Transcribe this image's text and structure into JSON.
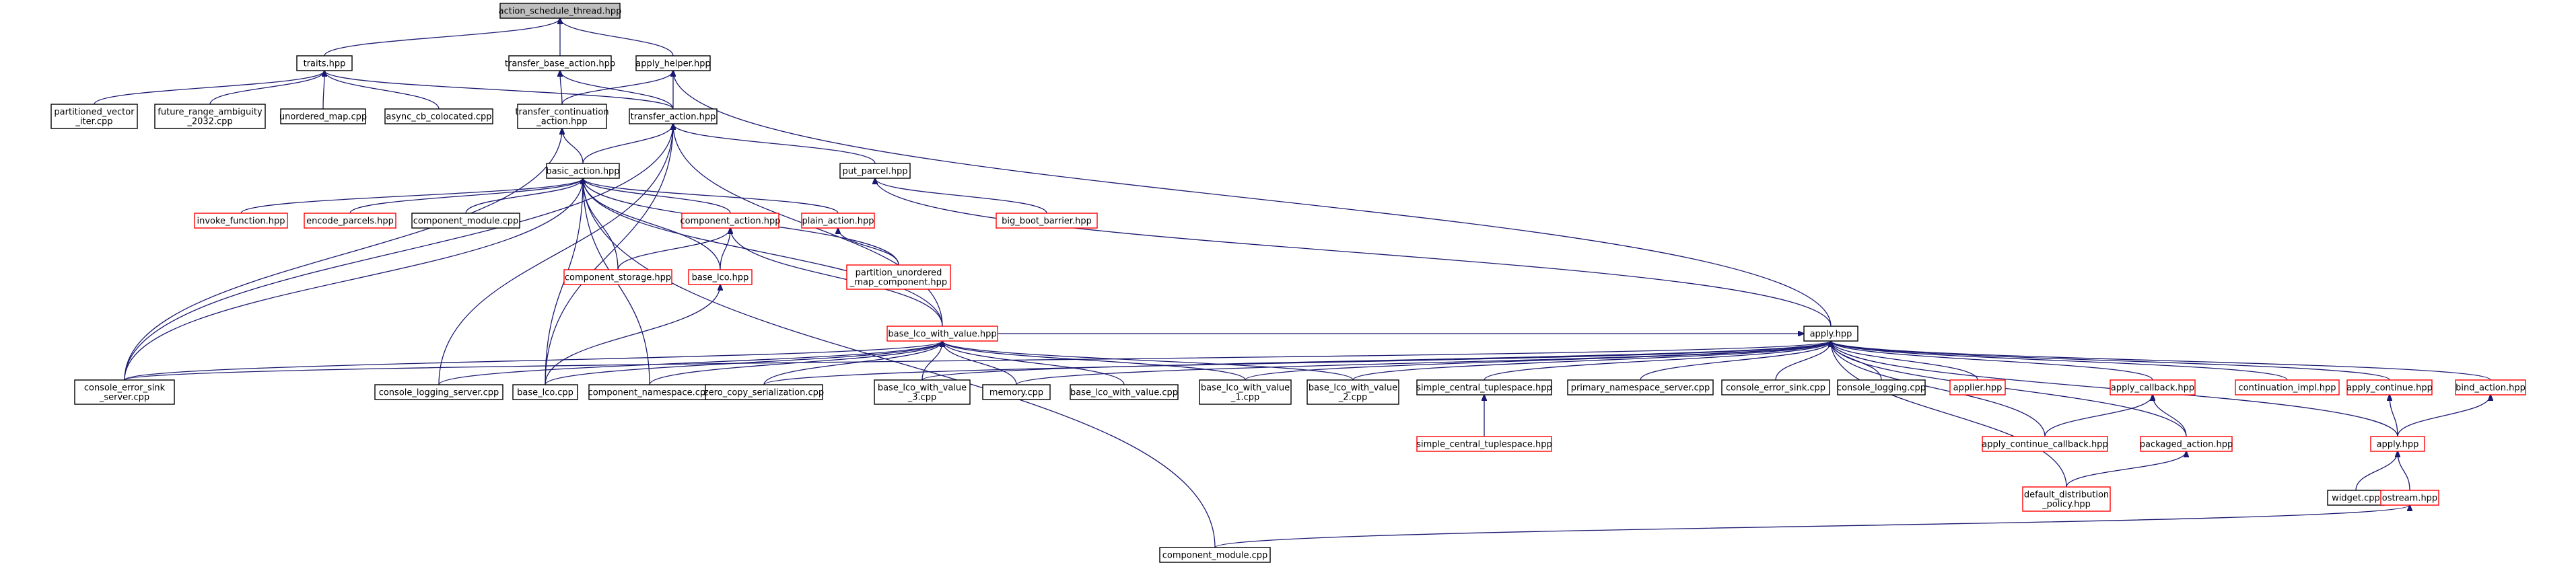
{
  "title": "",
  "colors": {
    "edge": "#191970",
    "border_normal": "#000000",
    "border_truncated": "#ff0000",
    "root_fill": "#bfbfbf"
  },
  "nodes": [
    {
      "id": "n0",
      "lines": [
        "action_schedule_thread.hpp"
      ],
      "kind": "root"
    },
    {
      "id": "n1",
      "lines": [
        "traits.hpp"
      ],
      "kind": "normal"
    },
    {
      "id": "n2",
      "lines": [
        "transfer_base_action.hpp"
      ],
      "kind": "normal"
    },
    {
      "id": "n3",
      "lines": [
        "apply_helper.hpp"
      ],
      "kind": "normal"
    },
    {
      "id": "n4",
      "lines": [
        "partitioned_vector",
        "_iter.cpp"
      ],
      "kind": "normal"
    },
    {
      "id": "n5",
      "lines": [
        "future_range_ambiguity",
        "_2032.cpp"
      ],
      "kind": "normal"
    },
    {
      "id": "n6",
      "lines": [
        "unordered_map.cpp"
      ],
      "kind": "normal"
    },
    {
      "id": "n7",
      "lines": [
        "async_cb_colocated.cpp"
      ],
      "kind": "normal"
    },
    {
      "id": "n8",
      "lines": [
        "transfer_continuation",
        "_action.hpp"
      ],
      "kind": "normal"
    },
    {
      "id": "n9",
      "lines": [
        "transfer_action.hpp"
      ],
      "kind": "normal"
    },
    {
      "id": "n10",
      "lines": [
        "put_parcel.hpp"
      ],
      "kind": "normal"
    },
    {
      "id": "n11",
      "lines": [
        "big_boot_barrier.hpp"
      ],
      "kind": "trunc"
    },
    {
      "id": "n12",
      "lines": [
        "basic_action.hpp"
      ],
      "kind": "normal"
    },
    {
      "id": "n13",
      "lines": [
        "invoke_function.hpp"
      ],
      "kind": "trunc"
    },
    {
      "id": "n14",
      "lines": [
        "encode_parcels.hpp"
      ],
      "kind": "trunc"
    },
    {
      "id": "n15",
      "lines": [
        "component_module.cpp"
      ],
      "kind": "normal"
    },
    {
      "id": "n16",
      "lines": [
        "component_action.hpp"
      ],
      "kind": "trunc"
    },
    {
      "id": "n17",
      "lines": [
        "plain_action.hpp"
      ],
      "kind": "trunc"
    },
    {
      "id": "n18",
      "lines": [
        "partition_unordered",
        "_map_component.hpp"
      ],
      "kind": "trunc"
    },
    {
      "id": "n19",
      "lines": [
        "component_storage.hpp"
      ],
      "kind": "trunc"
    },
    {
      "id": "n20",
      "lines": [
        "base_lco.hpp"
      ],
      "kind": "trunc"
    },
    {
      "id": "n21",
      "lines": [
        "base_lco_with_value.hpp"
      ],
      "kind": "trunc"
    },
    {
      "id": "n22",
      "lines": [
        "console_error_sink",
        "_server.cpp"
      ],
      "kind": "normal"
    },
    {
      "id": "n23",
      "lines": [
        "console_logging_server.cpp"
      ],
      "kind": "normal"
    },
    {
      "id": "n24",
      "lines": [
        "base_lco.cpp"
      ],
      "kind": "normal"
    },
    {
      "id": "n25",
      "lines": [
        "component_namespace.cpp"
      ],
      "kind": "normal"
    },
    {
      "id": "n26",
      "lines": [
        "zero_copy_serialization.cpp"
      ],
      "kind": "normal"
    },
    {
      "id": "n27",
      "lines": [
        "base_lco_with_value",
        "_3.cpp"
      ],
      "kind": "normal"
    },
    {
      "id": "n28",
      "lines": [
        "memory.cpp"
      ],
      "kind": "normal"
    },
    {
      "id": "n29",
      "lines": [
        "base_lco_with_value.cpp"
      ],
      "kind": "normal"
    },
    {
      "id": "n30",
      "lines": [
        "base_lco_with_value",
        "_1.cpp"
      ],
      "kind": "normal"
    },
    {
      "id": "n31",
      "lines": [
        "base_lco_with_value",
        "_2.cpp"
      ],
      "kind": "normal"
    },
    {
      "id": "n32",
      "lines": [
        "apply.hpp"
      ],
      "kind": "normal"
    },
    {
      "id": "n33",
      "lines": [
        "simple_central_tuplespace.hpp"
      ],
      "kind": "normal"
    },
    {
      "id": "n34",
      "lines": [
        "simple_central_tuplespace.hpp"
      ],
      "kind": "trunc"
    },
    {
      "id": "n35",
      "lines": [
        "primary_namespace_server.cpp"
      ],
      "kind": "normal"
    },
    {
      "id": "n36",
      "lines": [
        "console_error_sink.cpp"
      ],
      "kind": "normal"
    },
    {
      "id": "n37",
      "lines": [
        "console_logging.cpp"
      ],
      "kind": "normal"
    },
    {
      "id": "n38",
      "lines": [
        "applier.hpp"
      ],
      "kind": "trunc"
    },
    {
      "id": "n39",
      "lines": [
        "apply_callback.hpp"
      ],
      "kind": "trunc"
    },
    {
      "id": "n40",
      "lines": [
        "apply_continue_callback.hpp"
      ],
      "kind": "trunc"
    },
    {
      "id": "n41",
      "lines": [
        "packaged_action.hpp"
      ],
      "kind": "trunc"
    },
    {
      "id": "n42",
      "lines": [
        "default_distribution",
        "_policy.hpp"
      ],
      "kind": "trunc"
    },
    {
      "id": "n43",
      "lines": [
        "continuation_impl.hpp"
      ],
      "kind": "trunc"
    },
    {
      "id": "n44",
      "lines": [
        "apply_continue.hpp"
      ],
      "kind": "trunc"
    },
    {
      "id": "n45",
      "lines": [
        "bind_action.hpp"
      ],
      "kind": "trunc"
    },
    {
      "id": "n46",
      "lines": [
        "apply.hpp"
      ],
      "kind": "trunc"
    },
    {
      "id": "n47",
      "lines": [
        "widget.cpp"
      ],
      "kind": "normal"
    },
    {
      "id": "n48",
      "lines": [
        "ostream.hpp"
      ],
      "kind": "trunc"
    },
    {
      "id": "n49",
      "lines": [
        "component_module.cpp"
      ],
      "kind": "normal"
    }
  ],
  "edges": [
    [
      "n1",
      "n0"
    ],
    [
      "n2",
      "n0"
    ],
    [
      "n3",
      "n0"
    ],
    [
      "n4",
      "n1"
    ],
    [
      "n5",
      "n1"
    ],
    [
      "n6",
      "n1"
    ],
    [
      "n7",
      "n1"
    ],
    [
      "n9",
      "n1"
    ],
    [
      "n8",
      "n2"
    ],
    [
      "n9",
      "n2"
    ],
    [
      "n8",
      "n3"
    ],
    [
      "n9",
      "n3"
    ],
    [
      "n32",
      "n3"
    ],
    [
      "n12",
      "n8"
    ],
    [
      "n22",
      "n8"
    ],
    [
      "n10",
      "n9"
    ],
    [
      "n12",
      "n9"
    ],
    [
      "n21",
      "n9"
    ],
    [
      "n22",
      "n9"
    ],
    [
      "n23",
      "n9"
    ],
    [
      "n24",
      "n9"
    ],
    [
      "n11",
      "n10"
    ],
    [
      "n32",
      "n10"
    ],
    [
      "n13",
      "n12"
    ],
    [
      "n14",
      "n12"
    ],
    [
      "n15",
      "n12"
    ],
    [
      "n16",
      "n12"
    ],
    [
      "n17",
      "n12"
    ],
    [
      "n18",
      "n12"
    ],
    [
      "n19",
      "n12"
    ],
    [
      "n20",
      "n12"
    ],
    [
      "n21",
      "n12"
    ],
    [
      "n22",
      "n12"
    ],
    [
      "n24",
      "n12"
    ],
    [
      "n25",
      "n12"
    ],
    [
      "n49",
      "n12"
    ],
    [
      "n18",
      "n17"
    ],
    [
      "n19",
      "n16"
    ],
    [
      "n20",
      "n16"
    ],
    [
      "n21",
      "n16"
    ],
    [
      "n24",
      "n20"
    ],
    [
      "n22",
      "n21"
    ],
    [
      "n23",
      "n21"
    ],
    [
      "n24",
      "n21"
    ],
    [
      "n25",
      "n21"
    ],
    [
      "n26",
      "n21"
    ],
    [
      "n27",
      "n21"
    ],
    [
      "n28",
      "n21"
    ],
    [
      "n29",
      "n21"
    ],
    [
      "n30",
      "n21"
    ],
    [
      "n31",
      "n21"
    ],
    [
      "n21",
      "n32"
    ],
    [
      "n22",
      "n32"
    ],
    [
      "n26",
      "n32"
    ],
    [
      "n27",
      "n32"
    ],
    [
      "n28",
      "n32"
    ],
    [
      "n30",
      "n32"
    ],
    [
      "n31",
      "n32"
    ],
    [
      "n33",
      "n32"
    ],
    [
      "n35",
      "n32"
    ],
    [
      "n36",
      "n32"
    ],
    [
      "n37",
      "n32"
    ],
    [
      "n38",
      "n32"
    ],
    [
      "n39",
      "n32"
    ],
    [
      "n40",
      "n32"
    ],
    [
      "n41",
      "n32"
    ],
    [
      "n42",
      "n32"
    ],
    [
      "n43",
      "n32"
    ],
    [
      "n44",
      "n32"
    ],
    [
      "n45",
      "n32"
    ],
    [
      "n46",
      "n32"
    ],
    [
      "n34",
      "n33"
    ],
    [
      "n40",
      "n39"
    ],
    [
      "n41",
      "n39"
    ],
    [
      "n42",
      "n41"
    ],
    [
      "n46",
      "n44"
    ],
    [
      "n46",
      "n45"
    ],
    [
      "n47",
      "n46"
    ],
    [
      "n48",
      "n46"
    ],
    [
      "n49",
      "n48"
    ]
  ]
}
